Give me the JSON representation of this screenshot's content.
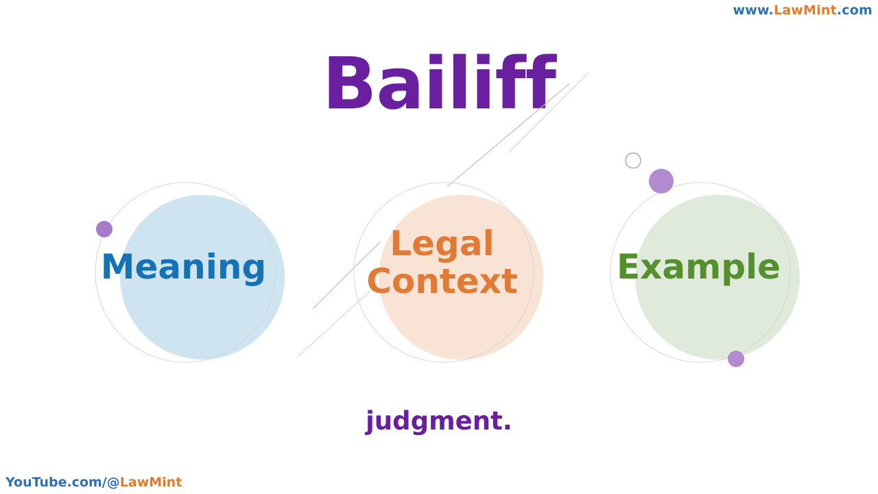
{
  "site": {
    "prefix": "www.",
    "brand": "LawMint",
    "suffix": ".com"
  },
  "youtube": {
    "prefix": "YouTube.com/@",
    "brand": "LawMint"
  },
  "title": "Bailiff",
  "bubbles": [
    {
      "line1": "Meaning",
      "line2": ""
    },
    {
      "line1": "Legal",
      "line2": "Context"
    },
    {
      "line1": "Example",
      "line2": ""
    }
  ],
  "caption": "judgment.",
  "colors": {
    "purple": "#6a1fa0",
    "blue": "#1572b6",
    "orange": "#e07a36",
    "green": "#55902f",
    "url_blue": "#2f6fb6",
    "url_orange": "#e57b2a"
  }
}
